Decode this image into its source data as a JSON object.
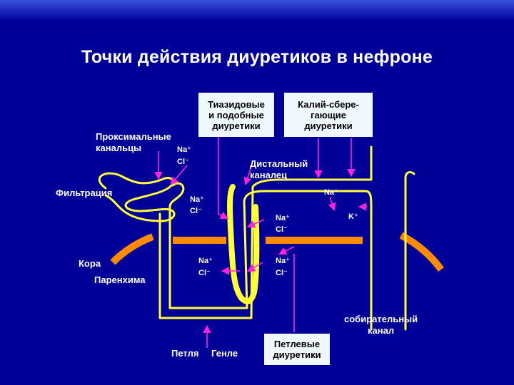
{
  "title": "Точки действия диуретиков в нефроне",
  "boxes": {
    "thiazide": "Тиазидовые\nи подобные\nдиуретики",
    "potassium": "Калий-сбере-\nгающие\nдиуретики",
    "loop": "Петлевые\nдиуретики"
  },
  "labels": {
    "proximal": "Проксимальные\nканальцы",
    "distal": "Дистальный\nканалец",
    "filtration": "Фильтрация",
    "cortex": "Кора",
    "parenchyma": "Паренхима",
    "collecting": "собирательный\nканал",
    "loop_left": "Петля",
    "loop_right": "Генле"
  },
  "ions": {
    "na": "Na⁺",
    "cl": "Cl⁻",
    "k": "K⁺"
  },
  "colors": {
    "background": "#000099",
    "tubule": "#ffff33",
    "arrow": "#ff22dd",
    "cortex_band": "#ff8c00",
    "box": "#f0f8ff"
  }
}
